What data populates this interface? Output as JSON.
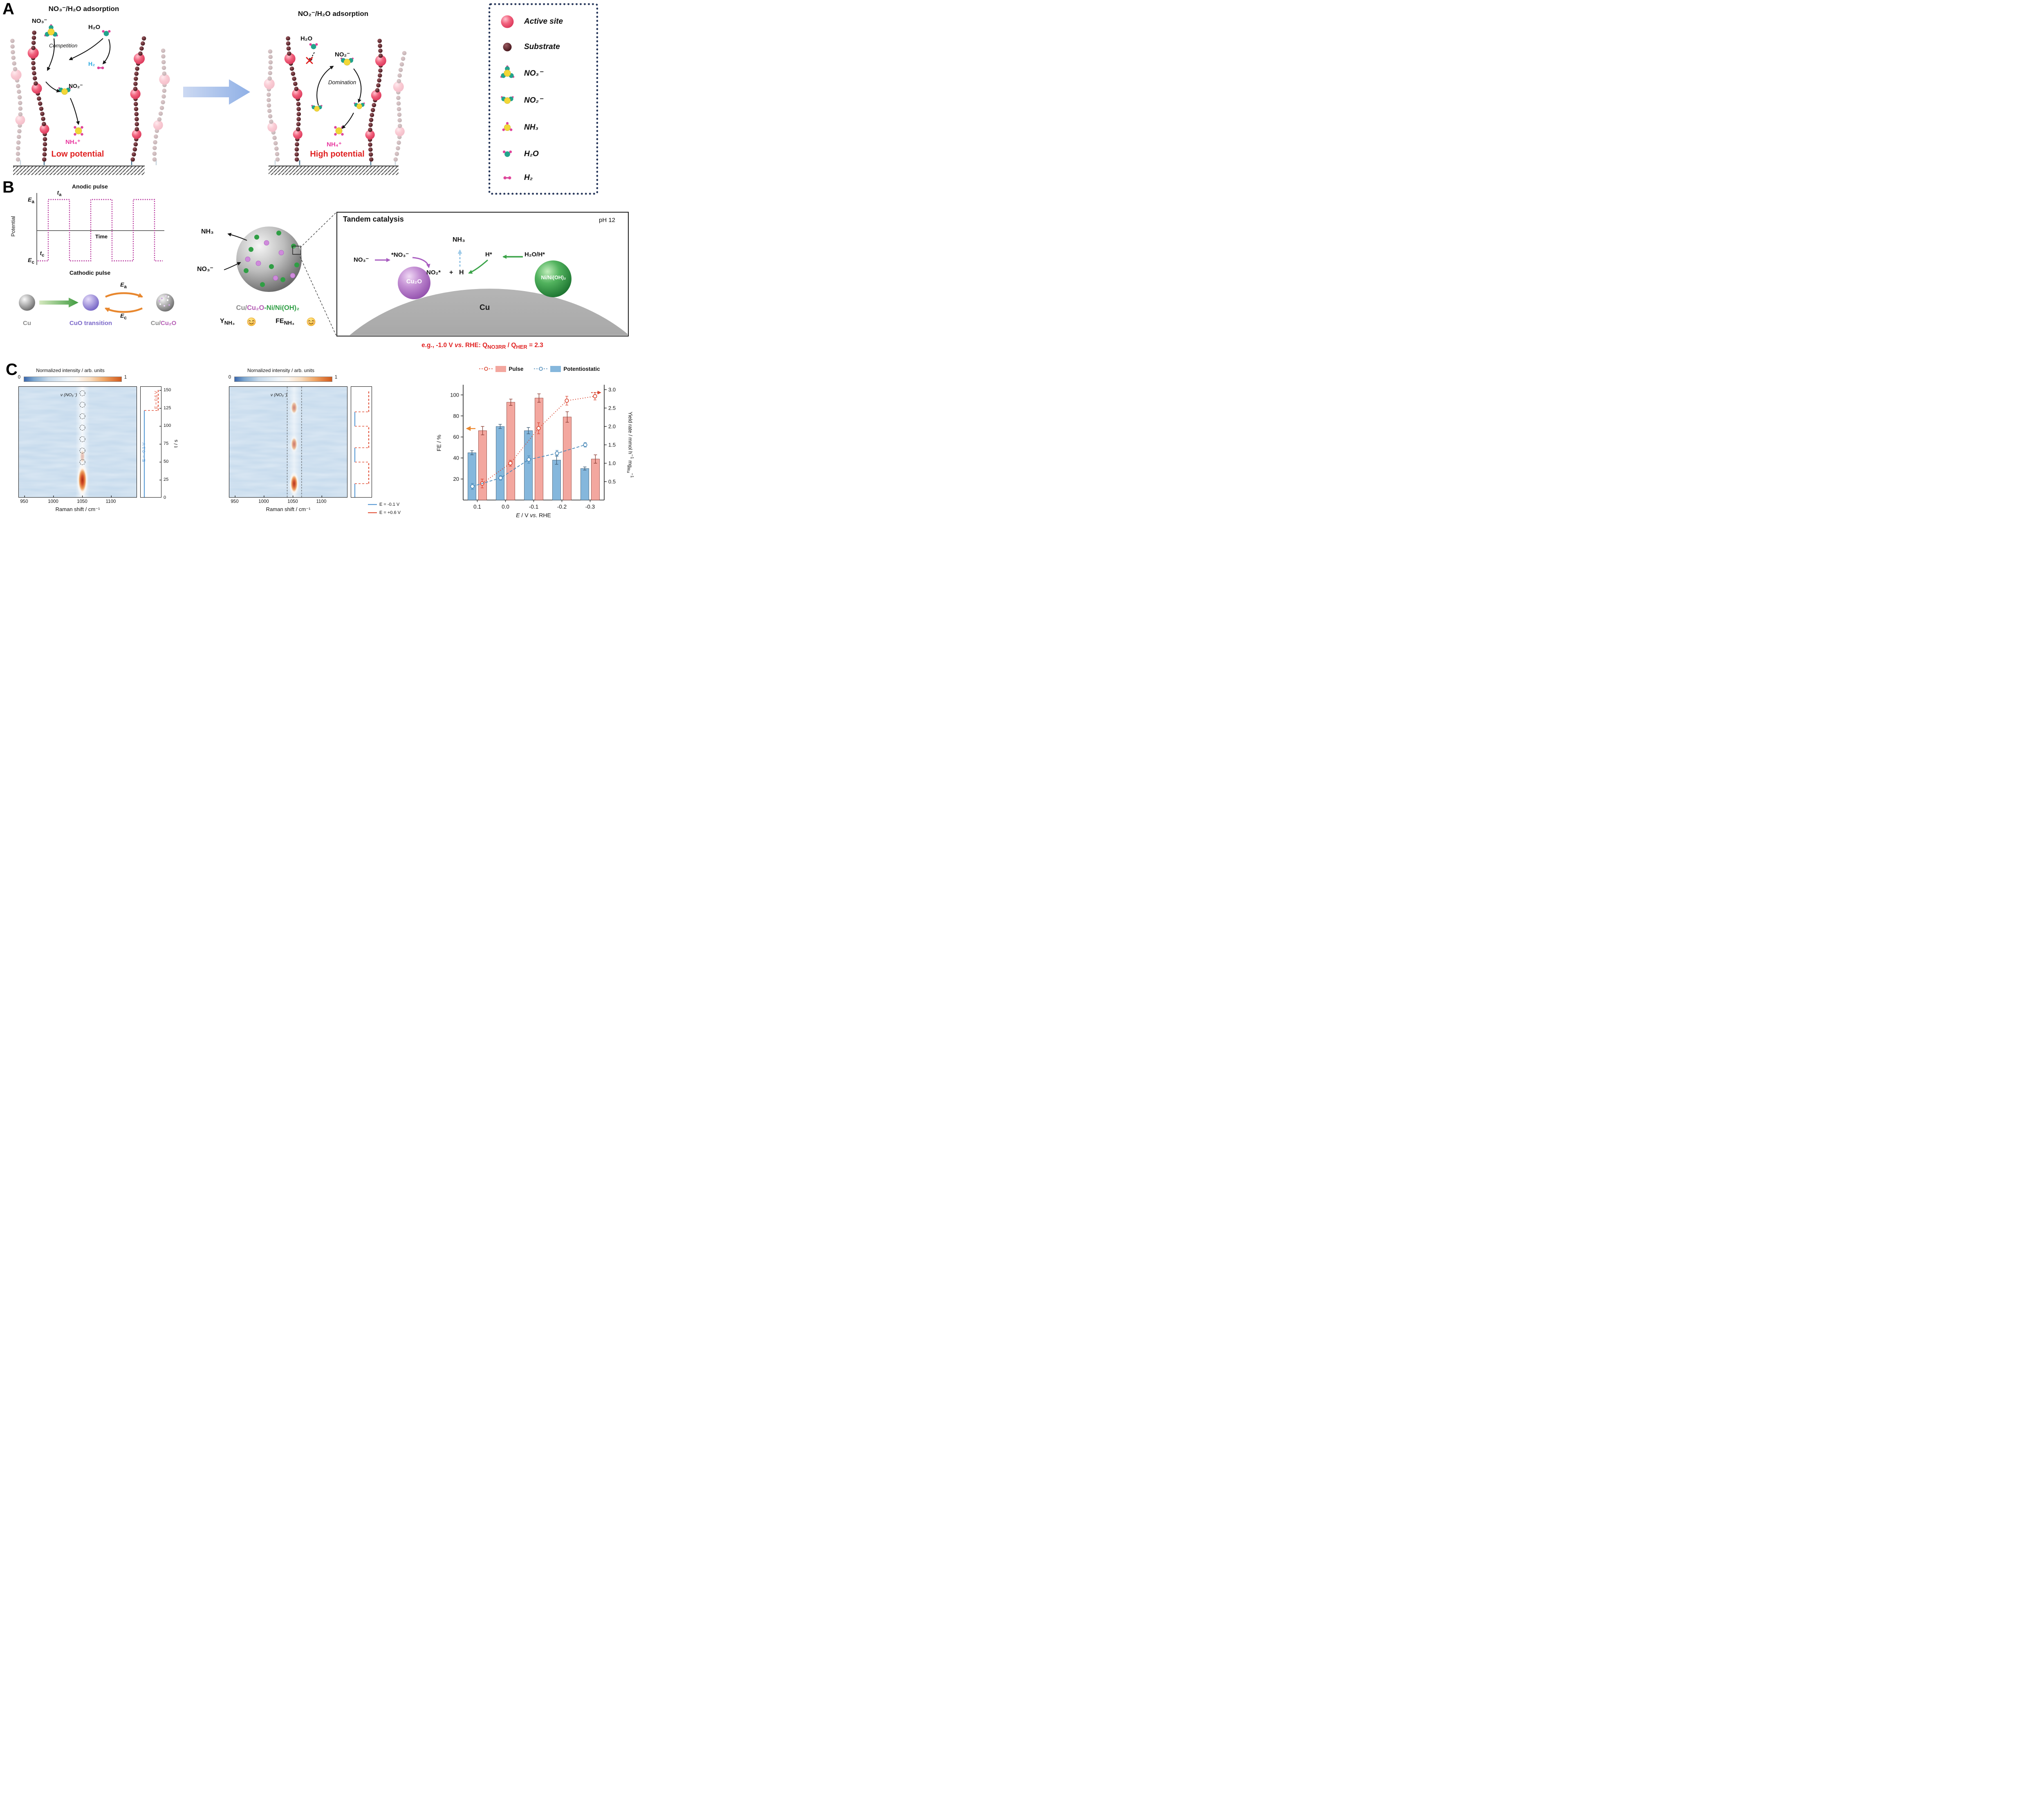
{
  "figure": {
    "background": "#ffffff"
  },
  "panelA": {
    "tag": "A",
    "left": {
      "title": "NO₃⁻/H₂O adsorption",
      "no3": "NO₃⁻",
      "h2o": "H₂O",
      "competition": "Competition",
      "h2": "H₂",
      "no2": "NO₂⁻",
      "nh4": "NH₄⁺",
      "potential": "Low potential"
    },
    "right": {
      "title": "NO₂⁻/H₂O adsorption",
      "h2o": "H₂O",
      "no2": "NO₂⁻",
      "domination": "Domination",
      "nh4": "NH₄⁺",
      "potential": "High potential"
    },
    "legend": {
      "active_site": "Active site",
      "substrate": "Substrate",
      "no3": "NO₃⁻",
      "no2": "NO₂⁻",
      "nh3": "NH₃",
      "h2o": "H₂O",
      "h2": "H₂"
    }
  },
  "panelB": {
    "tag": "B",
    "pulse": {
      "anodic": "Anodic pulse",
      "cathodic": "Cathodic pulse",
      "ta_html": "<i>t</i><sub>a</sub>",
      "tc_html": "<i>t</i><sub>c</sub>",
      "ea_html": "<i>E</i><sub>a</sub>",
      "ec_html": "<i>E</i><sub>c</sub>",
      "y_axis": "Potential",
      "x_axis": "Time"
    },
    "transition": {
      "ea_html": "<i>E</i><sub>a</sub>",
      "ec_html": "<i>E</i><sub>c</sub>",
      "cu": "Cu",
      "cuo": "CuO transition",
      "cucu2o_html": "<span class=\"gray\">Cu/</span><span class=\"plum\">Cu₂O</span>"
    },
    "nanoparticle": {
      "nh3": "NH₃",
      "no3": "NO₃⁻",
      "compound_html": "<span class=\"gray\">Cu/</span><span class=\"plum\">Cu₂O</span><span class=\"green\">-Ni/Ni(OH)₂</span>",
      "ynh3_html": "Y<sub>NH₃</sub>",
      "fenh3_html": "FE<sub>NH₃</sub>"
    },
    "tandem": {
      "title": "Tandem catalysis",
      "ph": "pH 12",
      "no3": "NO₃⁻",
      "no3star": "*NO₃⁻",
      "no2star": "NO₂*",
      "plus": "+",
      "h": "H",
      "nh3": "NH₃",
      "hstar": "H*",
      "h2o_h": "H₂O/H*",
      "cu2o": "Cu₂O",
      "ni": "Ni/Ni(OH)₂",
      "cu": "Cu",
      "footnote_html": "e.g., -1.0 V <i>vs</i>. RHE: Q<sub>NO3RR</sub> / Q<sub>HER</sub> = 2.3"
    }
  },
  "panelC": {
    "tag": "C",
    "ylabel_right_html": "Yield rate / mmol h<sup>−1</sup> mg<sub>Ru</sub><sup>−1</sup>",
    "xlabel_html": "<i>E</i> / V <i>vs</i>. RHE",
    "bar_legend": [
      {
        "label": "Pulse",
        "swatch": "#f3a79f",
        "marker": "#d9432e"
      },
      {
        "label": "Potentiostatic",
        "swatch": "#85b7dc",
        "marker": "#4a89b8"
      }
    ]
  },
  "chart_data": [
    {
      "type": "heatmap",
      "panel": "C-left",
      "title": "Normalized intensity / arb. units",
      "colorbar_range": [
        0,
        1
      ],
      "xlabel": "Raman shift / cm⁻¹",
      "x_range": [
        940,
        1145
      ],
      "xticks": [
        950,
        1000,
        1050,
        1100
      ],
      "t_range": [
        0,
        155
      ],
      "t_ticks": [
        0,
        25,
        50,
        75,
        100,
        125,
        150
      ],
      "t_label": "t / s",
      "band_center": 1050,
      "band_label": "ν (NO₃⁻)",
      "band_opacity": 0.85,
      "hotspots": [
        {
          "x": 1050,
          "t": 25,
          "rx": 14,
          "ry": 42,
          "o": 1
        },
        {
          "x": 1050,
          "t": 58,
          "rx": 8,
          "ry": 22,
          "o": 0.3
        }
      ],
      "circles_t": [
        50,
        66,
        82,
        98,
        114,
        130,
        146
      ],
      "potential_trace": {
        "colors": {
          "low": "#5b9bd5",
          "high": "#e2553d"
        },
        "labels": {
          "low": "E = -0.1 V",
          "high": "E = 0.6 V"
        },
        "segments": [
          {
            "level": "low",
            "t0": 0,
            "t1": 122
          },
          {
            "level": "high",
            "t0": 122,
            "t1": 152
          }
        ]
      }
    },
    {
      "type": "heatmap",
      "panel": "C-middle",
      "title": "Nornalized intensity / arb. units",
      "colorbar_range": [
        0,
        1
      ],
      "xlabel": "Raman shift / cm⁻¹",
      "x_range": [
        940,
        1145
      ],
      "xticks": [
        950,
        1000,
        1050,
        1100
      ],
      "t_range": [
        0,
        155
      ],
      "band_center": 1052,
      "band_label": "ν (NO₃⁻)",
      "band_opacity": 0.6,
      "guides": [
        1040,
        1065
      ],
      "hotspots": [
        {
          "x": 1052,
          "t": 20,
          "rx": 12,
          "ry": 30,
          "o": 0.95
        },
        {
          "x": 1052,
          "t": 75,
          "rx": 10,
          "ry": 22,
          "o": 0.6
        },
        {
          "x": 1052,
          "t": 126,
          "rx": 10,
          "ry": 20,
          "o": 0.55
        }
      ],
      "legend": [
        {
          "label": "E = -0.1 V",
          "color": "#5b9bd5"
        },
        {
          "label": "E = +0.6 V",
          "color": "#e2553d"
        }
      ],
      "potential_trace": {
        "colors": {
          "low": "#5b9bd5",
          "high": "#e2553d"
        },
        "segments": [
          {
            "level": "low",
            "t0": 0,
            "t1": 20
          },
          {
            "level": "high",
            "t0": 20,
            "t1": 50
          },
          {
            "level": "low",
            "t0": 50,
            "t1": 70
          },
          {
            "level": "high",
            "t0": 70,
            "t1": 100
          },
          {
            "level": "low",
            "t0": 100,
            "t1": 120
          },
          {
            "level": "high",
            "t0": 120,
            "t1": 150
          }
        ]
      }
    },
    {
      "type": "bar+scatter",
      "panel": "C-right",
      "categories": [
        "0.1",
        "0.0",
        "-0.1",
        "-0.2",
        "-0.3"
      ],
      "xlabel": "E / V vs. RHE",
      "ylabel_left": "FE / %",
      "ylim_left": [
        0,
        105
      ],
      "yticks_left": [
        20,
        40,
        60,
        80,
        100
      ],
      "ylabel_right": "Yield rate / mmol h-1 mgRu-1",
      "ylim_right": [
        0,
        3
      ],
      "yticks_right": [
        0.5,
        1.0,
        1.5,
        2.0,
        2.5,
        3.0
      ],
      "series": [
        {
          "name": "Potentiostatic",
          "kind": "bar",
          "axis": "left",
          "color": "#85b7dc",
          "edge": "#3d5a73",
          "values": [
            45,
            70,
            66,
            38,
            30
          ],
          "errors": [
            2,
            2,
            3,
            4,
            1.5
          ]
        },
        {
          "name": "Pulse",
          "kind": "bar",
          "axis": "left",
          "color": "#f3a79f",
          "edge": "#8a3a30",
          "values": [
            66,
            93,
            97,
            79,
            39
          ],
          "errors": [
            4,
            3,
            4,
            5,
            4
          ]
        },
        {
          "name": "Pulse yield rate",
          "kind": "scatter",
          "axis": "right",
          "color": "#d9432e",
          "dash": "2 4",
          "values": [
            0.45,
            1.0,
            1.95,
            2.7,
            2.82
          ],
          "errors": [
            0.12,
            0.08,
            0.15,
            0.12,
            0.1
          ]
        },
        {
          "name": "Potentiostatic yield rate",
          "kind": "scatter",
          "axis": "right",
          "color": "#4a89b8",
          "dash": "7 4",
          "values": [
            0.37,
            0.6,
            1.1,
            1.27,
            1.5
          ],
          "errors": [
            0.08,
            0.06,
            0.1,
            0.08,
            0.06
          ]
        }
      ]
    }
  ]
}
